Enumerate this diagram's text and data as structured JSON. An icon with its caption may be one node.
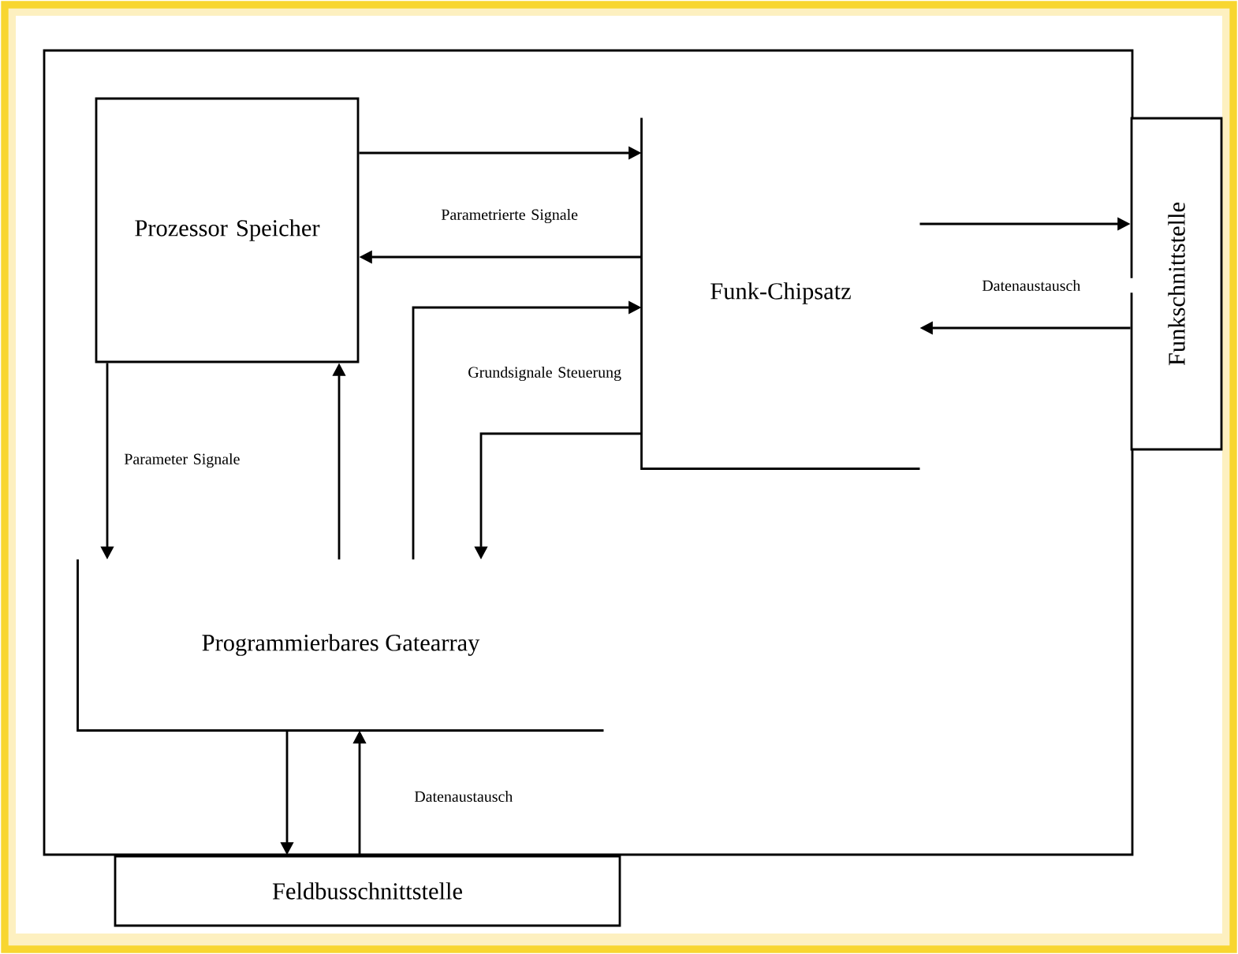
{
  "diagram": {
    "nodes": [
      {
        "text": [
          "Prozessor Speicher"
        ]
      },
      {
        "text": [
          "Funk-Chipsatz"
        ]
      },
      {
        "text": [
          "Funkschnittstelle"
        ]
      },
      {
        "text": [
          "Programmierbares Gatearray"
        ]
      },
      {
        "text": [
          "Feldbusschnittstelle"
        ]
      }
    ],
    "edges": [
      {
        "from": 0,
        "to": 1,
        "arrow": "to"
      },
      {
        "from": 1,
        "to": 0,
        "arrow": "to",
        "label": "Parametrierte Signale"
      },
      {
        "from": 3,
        "to": 1,
        "arrow": "to",
        "label": "Grundsignale Steuerung"
      },
      {
        "from": 1,
        "to": 3,
        "arrow": "to"
      },
      {
        "from": 0,
        "to": 3,
        "arrow": "to",
        "label": "Parameter Signale"
      },
      {
        "from": 3,
        "to": 0,
        "arrow": "to"
      },
      {
        "from": 1,
        "to": 2,
        "arrow": "to"
      },
      {
        "from": 2,
        "to": 1,
        "arrow": "to",
        "label": "Datenaustausch"
      },
      {
        "from": 3,
        "to": 4,
        "arrow": "to"
      },
      {
        "from": 4,
        "to": 3,
        "arrow": "to",
        "label": "Datenaustausch"
      }
    ]
  }
}
